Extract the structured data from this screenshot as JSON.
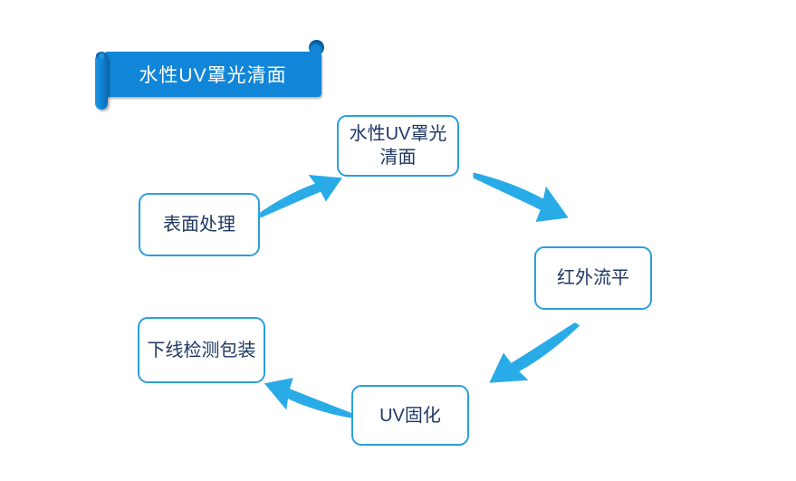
{
  "banner": {
    "title": "水性UV罩光清面"
  },
  "diagram": {
    "nodes": [
      {
        "id": "topcoat",
        "label": "水性UV罩光\n清面"
      },
      {
        "id": "infrared",
        "label": "红外流平"
      },
      {
        "id": "uvcure",
        "label": "UV固化"
      },
      {
        "id": "offline",
        "label": "下线检测包装"
      },
      {
        "id": "surface",
        "label": "表面处理"
      }
    ],
    "arrows": [
      {
        "from": "表面处理",
        "to": "水性UV罩光清面"
      },
      {
        "from": "水性UV罩光清面",
        "to": "红外流平"
      },
      {
        "from": "红外流平",
        "to": "UV固化"
      },
      {
        "from": "UV固化",
        "to": "下线检测包装"
      }
    ]
  },
  "colors": {
    "banner_fill": "#1186D8",
    "banner_dark": "#0B5A97",
    "arrow_blue": "#29ABE8",
    "node_border": "#2B9FE0",
    "node_text": "#1F3864",
    "banner_text": "#FFFFFF",
    "background": "#FFFFFF"
  }
}
